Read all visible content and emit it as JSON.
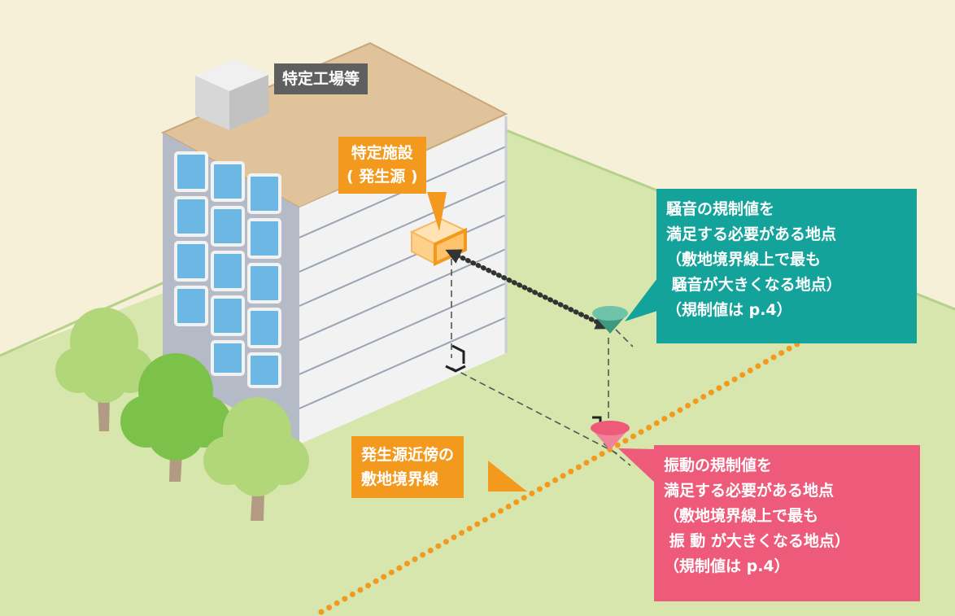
{
  "building_label": "特定工場等",
  "facility_label": "特定施設\n( 発生源 )",
  "boundary_label": "発生源近傍の\n敷地境界線",
  "noise_point_label": "騒音の規制値を\n満足する必要がある地点\n（敷地境界線上で最も\n 騒音が大きくなる地点）\n（規制値は p.4）",
  "vibration_point_label": "振動の規制値を\n満足する必要がある地点\n（敷地境界線上で最も\n 振 動 が大きくなる地点）\n（規制値は p.4）",
  "colors": {
    "background": "#f6f0d8",
    "lot": "#d6e6ad",
    "boundary_dots": "#f39a1e",
    "noise_callout": "#14a39a",
    "vibration_callout": "#ee5b7a",
    "facility_callout": "#f39a1e",
    "building_tag": "#5f5f5f"
  }
}
